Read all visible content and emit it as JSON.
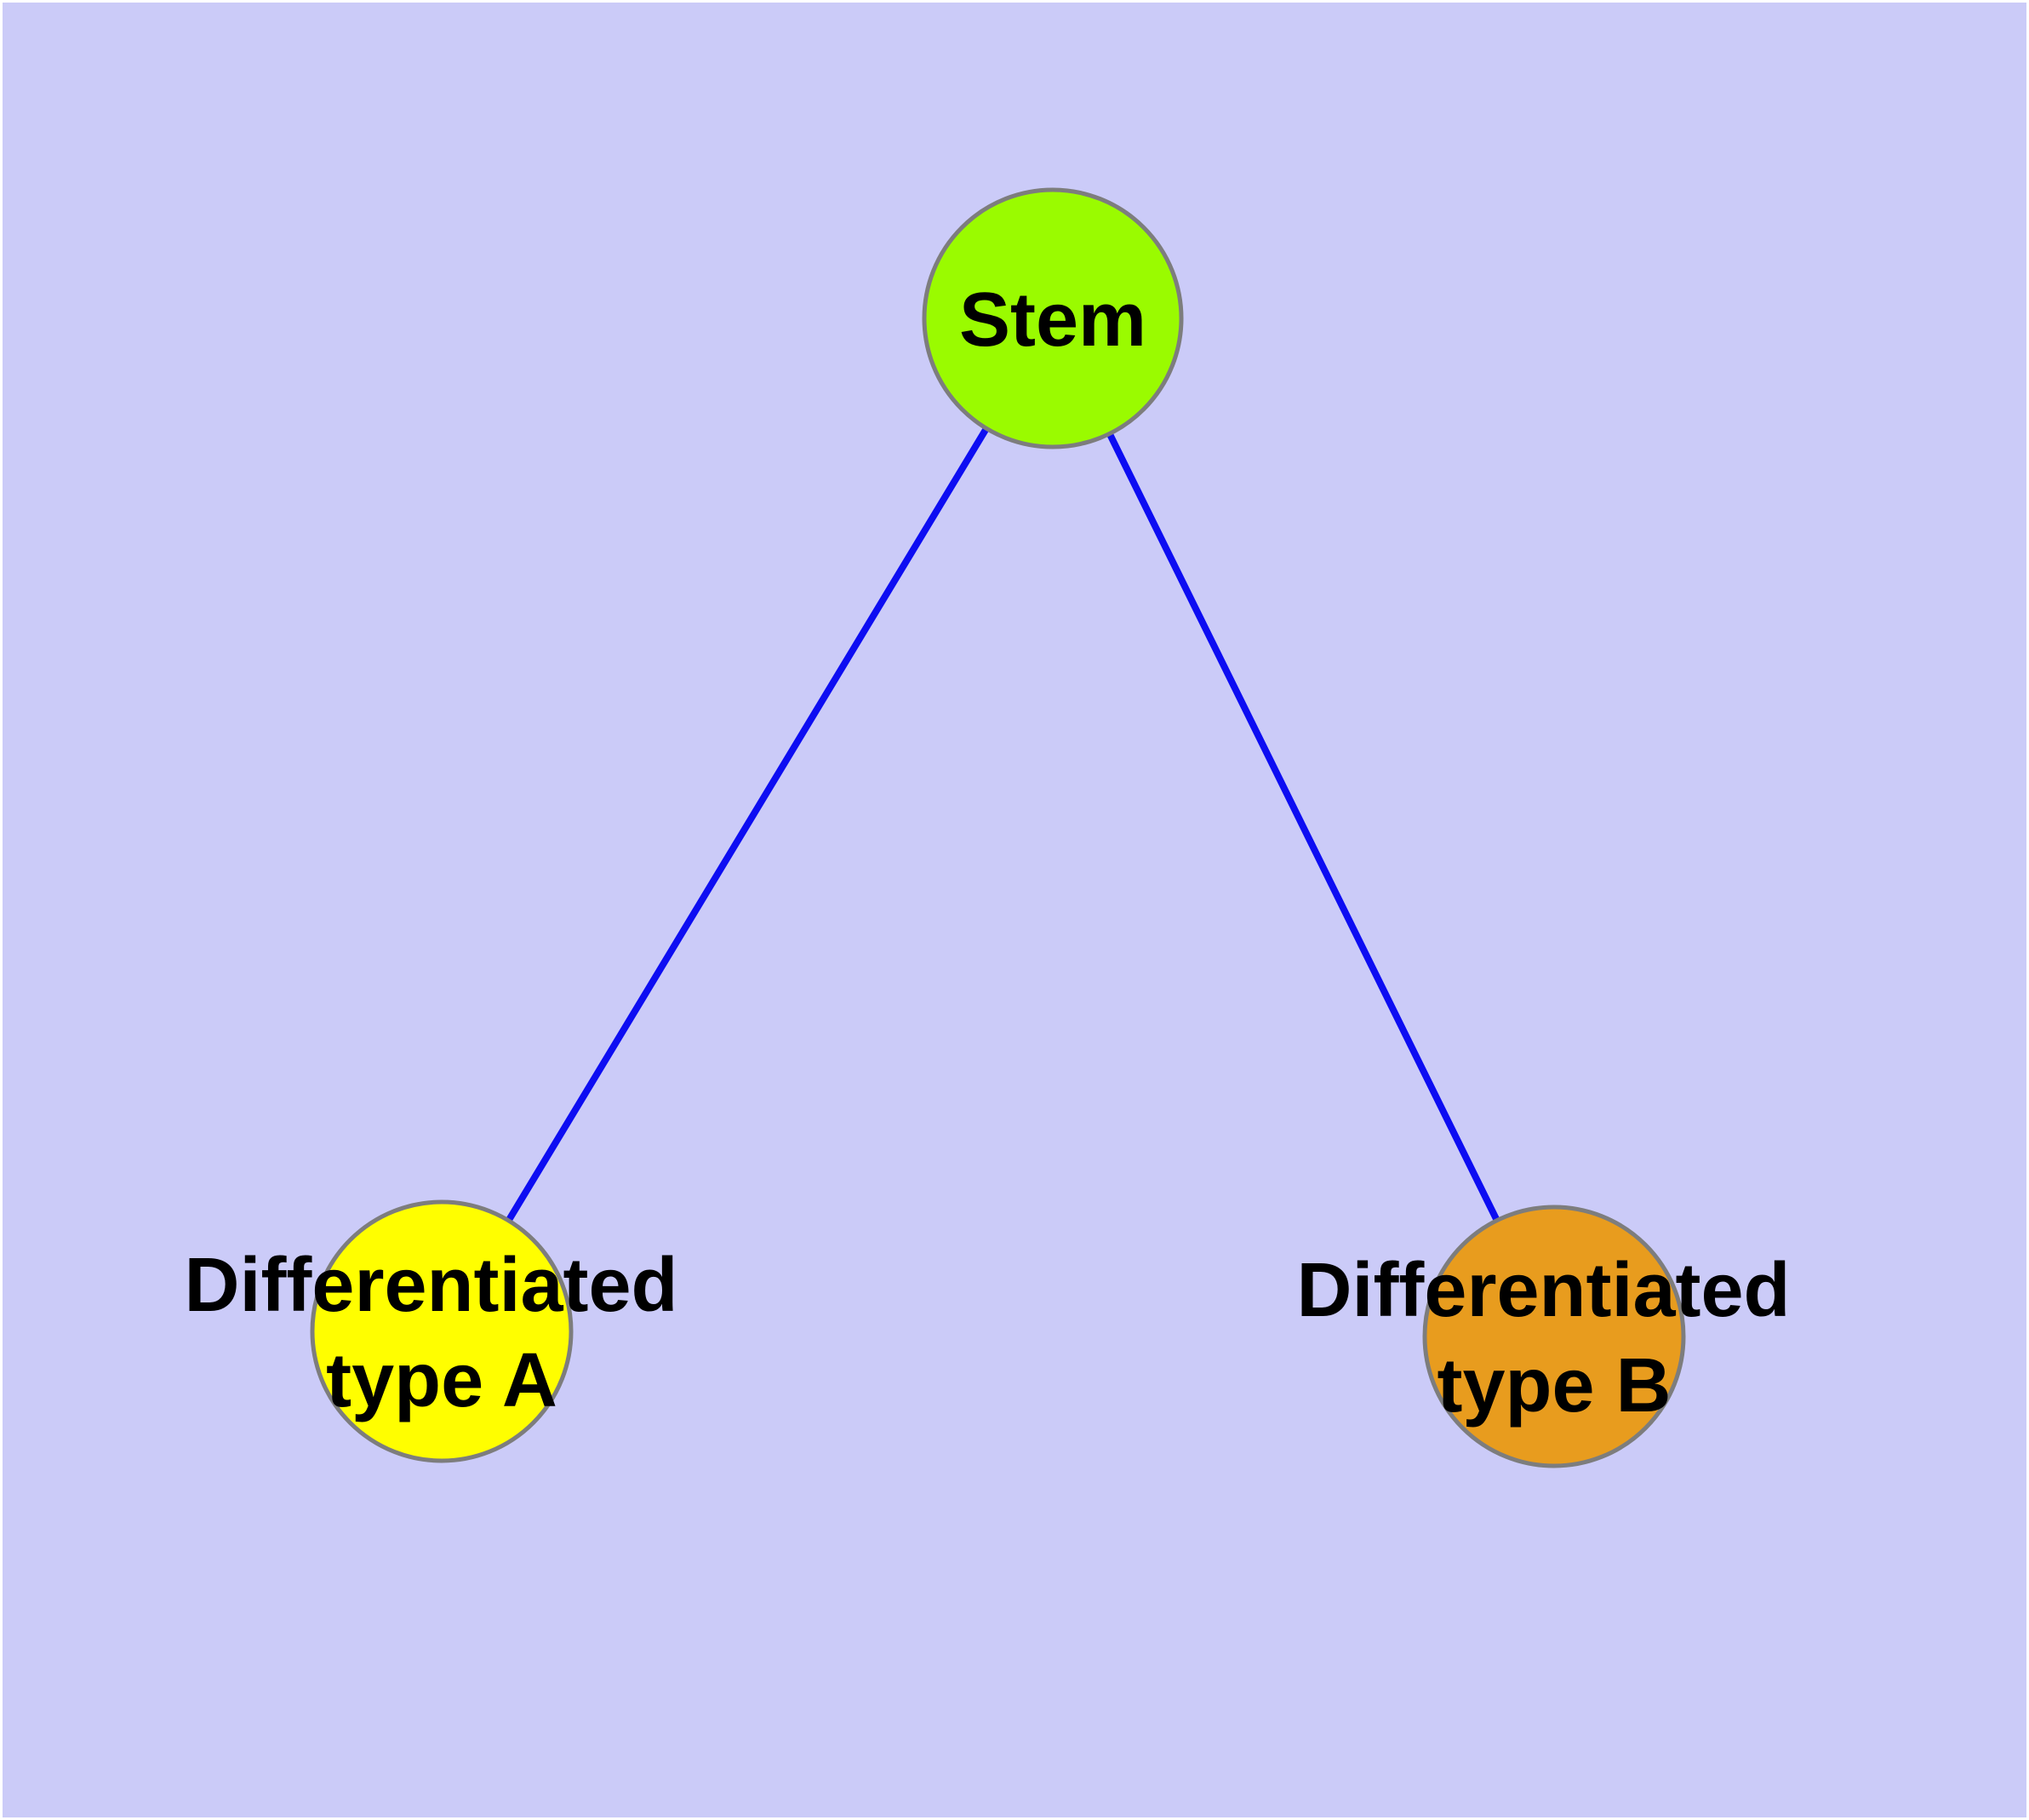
{
  "diagram": {
    "type": "graph",
    "description": "Cell differentiation tree: one stem node connected to two differentiated cell-type nodes",
    "style": {
      "background_color": "#cbcbf8",
      "frame_color": "#ffffff",
      "edge_color": "#0d0df2",
      "node_border_color": "#7d7d7d",
      "label_color": "#000000"
    },
    "nodes": {
      "stem": {
        "label": "Stem",
        "fill": "#9afb00"
      },
      "type_a": {
        "label": "Differentiated type A",
        "label_lines": [
          "Differentiated",
          "type A"
        ],
        "fill": "#fffe00"
      },
      "type_b": {
        "label": "Differentiated type B",
        "label_lines": [
          "Differentiated",
          "type B"
        ],
        "fill": "#e89c1e"
      }
    },
    "edges": [
      {
        "from": "Stem",
        "to": "Differentiated type A"
      },
      {
        "from": "Stem",
        "to": "Differentiated type B"
      }
    ]
  }
}
